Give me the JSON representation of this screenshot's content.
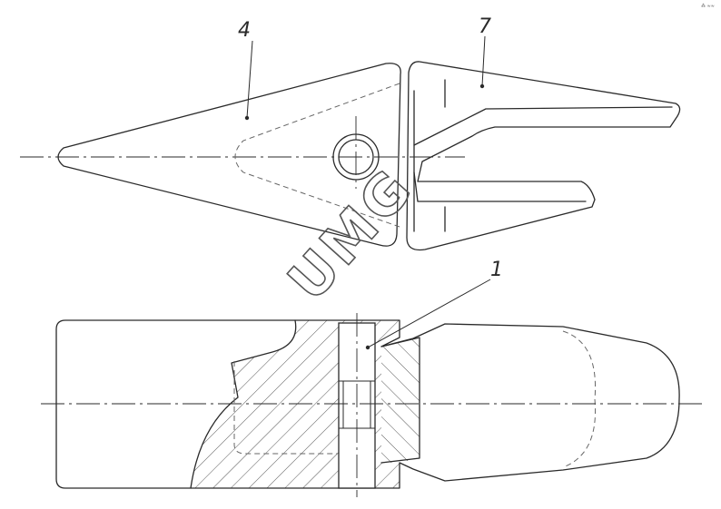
{
  "callouts": {
    "tooth_label": "4",
    "adapter_label": "7",
    "pin_label": "1"
  },
  "watermark": "UMG",
  "corner_mark": "⁂ ≈≈",
  "colors": {
    "line": "#2a2a2a",
    "watermark": "#555555",
    "background": "#ffffff"
  }
}
